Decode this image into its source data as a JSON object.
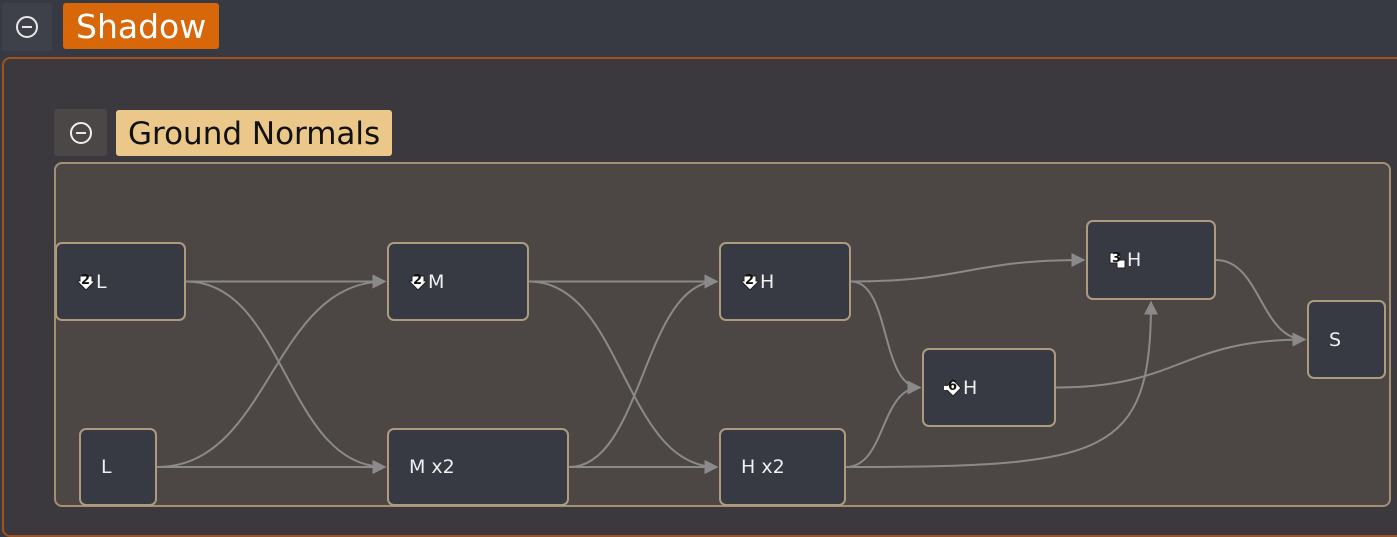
{
  "outer_group": {
    "title": "Shadow"
  },
  "inner_group": {
    "title": "Ground Normals"
  },
  "nodes": [
    {
      "id": "n1",
      "label": "L",
      "icon": "down-arrow-icon",
      "icon_number": "2"
    },
    {
      "id": "n2",
      "label": "L",
      "icon": "",
      "icon_number": ""
    },
    {
      "id": "n3",
      "label": "M",
      "icon": "down-arrow-icon",
      "icon_number": "2"
    },
    {
      "id": "n4",
      "label": "M x2",
      "icon": "",
      "icon_number": ""
    },
    {
      "id": "n5",
      "label": "H",
      "icon": "down-arrow-icon",
      "icon_number": "2"
    },
    {
      "id": "n6",
      "label": "H x2",
      "icon": "",
      "icon_number": ""
    },
    {
      "id": "n7",
      "label": "H",
      "icon": "diamond-arrow-icon",
      "icon_number": "6"
    },
    {
      "id": "n8",
      "label": "H",
      "icon": "corner-arrow-icon",
      "icon_number": "3"
    },
    {
      "id": "n9",
      "label": "S",
      "icon": "",
      "icon_number": ""
    }
  ],
  "edges": [
    [
      "n1",
      "n3"
    ],
    [
      "n1",
      "n4"
    ],
    [
      "n2",
      "n3"
    ],
    [
      "n2",
      "n4"
    ],
    [
      "n3",
      "n5"
    ],
    [
      "n3",
      "n6"
    ],
    [
      "n4",
      "n5"
    ],
    [
      "n4",
      "n6"
    ],
    [
      "n5",
      "n8"
    ],
    [
      "n5",
      "n7"
    ],
    [
      "n6",
      "n7"
    ],
    [
      "n6",
      "n8"
    ],
    [
      "n8",
      "n9"
    ],
    [
      "n7",
      "n9"
    ]
  ],
  "colors": {
    "edge": "#8a8a8a",
    "outer_accent": "#d8670a",
    "inner_accent": "#ebc889"
  }
}
